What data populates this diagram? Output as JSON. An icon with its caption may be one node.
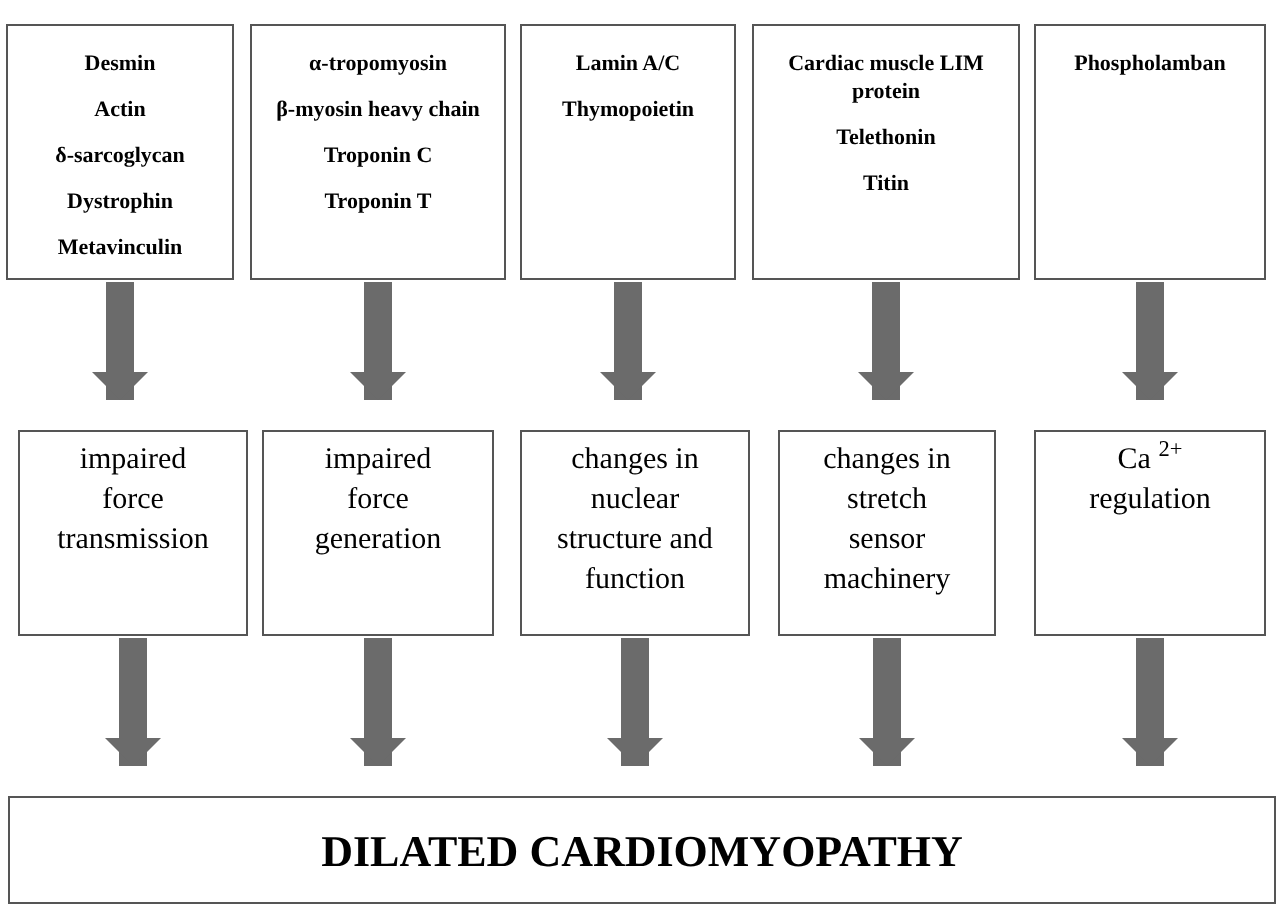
{
  "diagram": {
    "nodes": [
      {
        "text": [
          "Desmin",
          "Actin",
          "δ-sarcoglycan",
          "Dystrophin",
          "Metavinculin"
        ]
      },
      {
        "text": [
          "α-tropomyosin",
          "β-myosin heavy chain",
          "Troponin C",
          "Troponin T"
        ]
      },
      {
        "text": [
          "Lamin A/C",
          "Thymopoietin"
        ]
      },
      {
        "text": [
          "Cardiac muscle LIM protein",
          "Telethonin",
          "Titin"
        ]
      },
      {
        "text": [
          "Phospholamban"
        ]
      },
      {
        "text": [
          "impaired force transmission"
        ]
      },
      {
        "text": [
          "impaired force generation"
        ]
      },
      {
        "text": [
          "changes in nuclear structure and function"
        ]
      },
      {
        "text": [
          "changes in stretch sensor machinery"
        ]
      },
      {
        "text": [
          "Ca $^{2+}$ regulation"
        ]
      },
      {
        "text": [
          "DILATED CARDIOMYOPATHY"
        ]
      }
    ],
    "edges": [
      {
        "from": 0,
        "to": 5,
        "arrow": "to"
      },
      {
        "from": 1,
        "to": 6,
        "arrow": "to"
      },
      {
        "from": 2,
        "to": 7,
        "arrow": "to"
      },
      {
        "from": 3,
        "to": 8,
        "arrow": "to"
      },
      {
        "from": 4,
        "to": 9,
        "arrow": "to"
      },
      {
        "from": 5,
        "to": 10,
        "arrow": "to"
      },
      {
        "from": 6,
        "to": 10,
        "arrow": "to"
      },
      {
        "from": 7,
        "to": 10,
        "arrow": "to"
      },
      {
        "from": 8,
        "to": 10,
        "arrow": "to"
      },
      {
        "from": 9,
        "to": 10,
        "arrow": "to"
      }
    ]
  }
}
